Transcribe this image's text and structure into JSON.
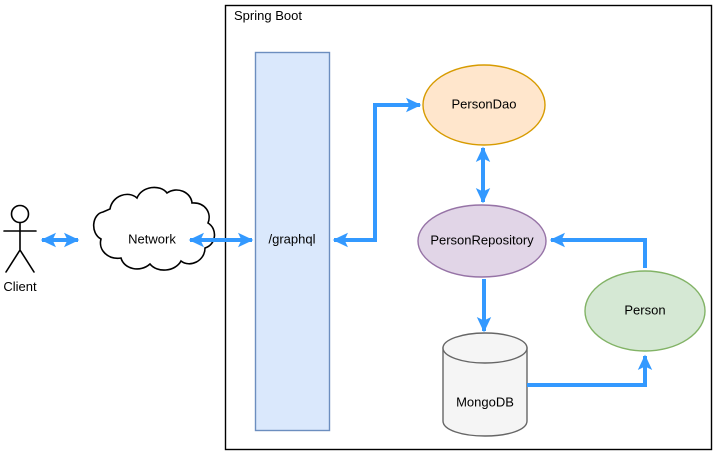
{
  "diagram": {
    "title": "Spring Boot GraphQL architecture diagram",
    "container": {
      "label": "Spring Boot",
      "border_color": "#000000",
      "fill": "#ffffff"
    },
    "colors": {
      "arrow": "#3399ff",
      "endpoint_fill": "#dae8fc",
      "endpoint_stroke": "#6c8ebf",
      "dao_fill": "#ffe6cc",
      "dao_stroke": "#d79b00",
      "repository_fill": "#e1d5e7",
      "repository_stroke": "#9673a6",
      "entity_fill": "#d5e8d4",
      "entity_stroke": "#82b366",
      "database_fill": "#f5f5f5",
      "database_stroke": "#666666",
      "outline": "#000000"
    },
    "nodes": {
      "client": {
        "label": "Client",
        "shape": "actor"
      },
      "network": {
        "label": "Network",
        "shape": "cloud"
      },
      "graphql": {
        "label": "/graphql",
        "shape": "rectangle"
      },
      "person_dao": {
        "label": "PersonDao",
        "shape": "ellipse"
      },
      "person_repository": {
        "label": "PersonRepository",
        "shape": "ellipse"
      },
      "person": {
        "label": "Person",
        "shape": "ellipse"
      },
      "mongodb": {
        "label": "MongoDB",
        "shape": "cylinder"
      }
    },
    "edges": [
      {
        "from": "client",
        "to": "network",
        "direction": "bidirectional"
      },
      {
        "from": "network",
        "to": "graphql",
        "direction": "bidirectional"
      },
      {
        "from": "graphql",
        "to": "person_dao",
        "direction": "forward"
      },
      {
        "from": "person_dao",
        "to": "graphql",
        "direction": "forward"
      },
      {
        "from": "person_dao",
        "to": "person_repository",
        "direction": "bidirectional"
      },
      {
        "from": "person_repository",
        "to": "mongodb",
        "direction": "forward"
      },
      {
        "from": "mongodb",
        "to": "person",
        "direction": "forward"
      },
      {
        "from": "person",
        "to": "person_repository",
        "direction": "forward"
      }
    ]
  }
}
